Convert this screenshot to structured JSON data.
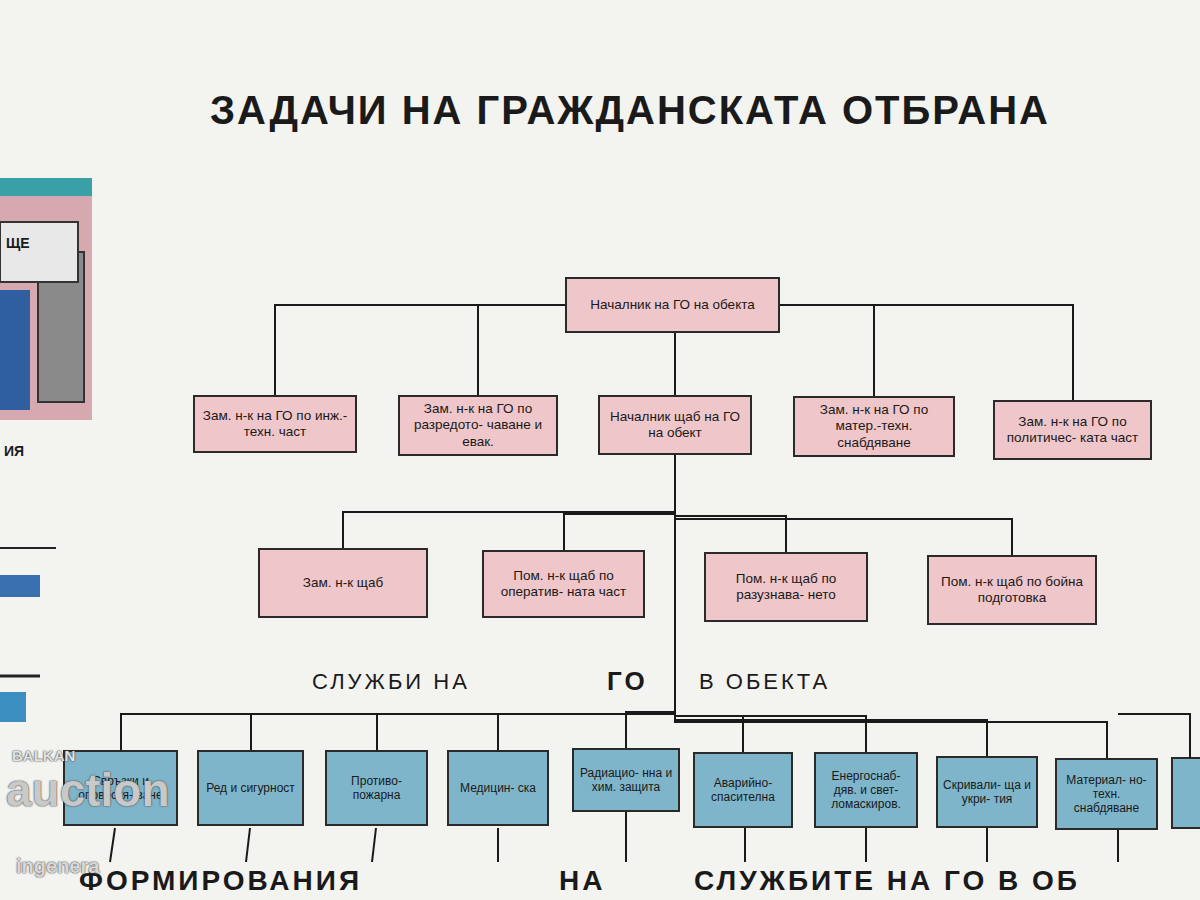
{
  "diagram": {
    "title": "ЗАДАЧИ НА ГРАЖДАНСКАТА ОТБРАНА",
    "nodes": [
      {
        "text": [
          "Началник на ГО на обекта"
        ]
      },
      {
        "text": [
          "Зам. н-к на ГО по инж.-техн. част"
        ]
      },
      {
        "text": [
          "Зам. н-к на ГО по разредото- чаване и евак."
        ]
      },
      {
        "text": [
          "Началник щаб на ГО на обект"
        ]
      },
      {
        "text": [
          "Зам. н-к на ГО по матер.-техн. снабдяване"
        ]
      },
      {
        "text": [
          "Зам. н-к на ГО по политичес- ката част"
        ]
      },
      {
        "text": [
          "Зам. н-к щаб"
        ]
      },
      {
        "text": [
          "Пом. н-к щаб по оператив- ната част"
        ]
      },
      {
        "text": [
          "Пом. н-к щаб по разузнава- нето"
        ]
      },
      {
        "text": [
          "Пом. н-к щаб по бойна подготовка"
        ]
      },
      {
        "text": [
          "Свръзки и оповестя- ване"
        ]
      },
      {
        "text": [
          "Ред и сигурност"
        ]
      },
      {
        "text": [
          "Противо- пожарна"
        ]
      },
      {
        "text": [
          "Медицин- ска"
        ]
      },
      {
        "text": [
          "Радиацио- нна и хим. защита"
        ]
      },
      {
        "text": [
          "Аварийно- спасителна"
        ]
      },
      {
        "text": [
          "Енергоснаб- дяв. и свет- ломаскиров."
        ]
      },
      {
        "text": [
          "Скривали- ща и укри- тия"
        ]
      },
      {
        "text": [
          "Материал- но-техн. снабдяване"
        ]
      }
    ],
    "edges": [
      {
        "from": 0,
        "to": 1,
        "arrow": "none"
      },
      {
        "from": 0,
        "to": 2,
        "arrow": "none"
      },
      {
        "from": 0,
        "to": 3,
        "arrow": "none"
      },
      {
        "from": 0,
        "to": 4,
        "arrow": "none"
      },
      {
        "from": 0,
        "to": 5,
        "arrow": "none"
      },
      {
        "from": 3,
        "to": 6,
        "arrow": "none"
      },
      {
        "from": 3,
        "to": 7,
        "arrow": "none"
      },
      {
        "from": 3,
        "to": 8,
        "arrow": "none"
      },
      {
        "from": 3,
        "to": 9,
        "arrow": "none"
      },
      {
        "from": 3,
        "to": 10,
        "arrow": "none"
      },
      {
        "from": 3,
        "to": 11,
        "arrow": "none"
      },
      {
        "from": 3,
        "to": 12,
        "arrow": "none"
      },
      {
        "from": 3,
        "to": 13,
        "arrow": "none"
      },
      {
        "from": 3,
        "to": 14,
        "arrow": "none"
      },
      {
        "from": 3,
        "to": 15,
        "arrow": "none"
      },
      {
        "from": 3,
        "to": 16,
        "arrow": "none"
      },
      {
        "from": 3,
        "to": 17,
        "arrow": "none"
      },
      {
        "from": 3,
        "to": 18,
        "arrow": "none"
      }
    ],
    "labels": [
      "ЩЕ",
      "ИЯ",
      "СЛУЖБИ НА",
      "ГО",
      "В ОБЕКТА",
      "ФОРМИРОВАНИЯ",
      "НА",
      "СЛУЖБИТЕ НА ГО В ОБ",
      "BALKAN",
      "auction",
      "ingenera"
    ]
  }
}
